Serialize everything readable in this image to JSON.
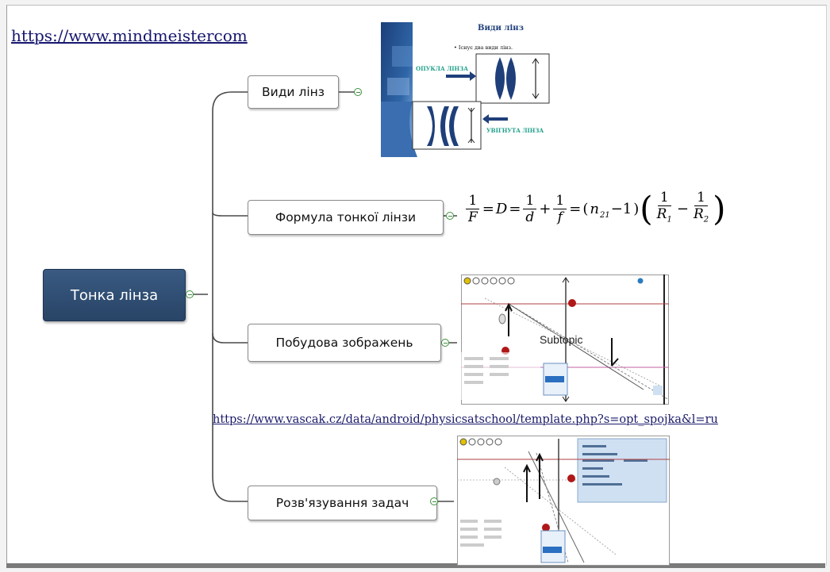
{
  "source_link": "https://www.mindmeistercom",
  "bottom_link": "https://www.vascak.cz/data/android/physicsatschool/template.php?s=opt_spojka&l=ru",
  "root": {
    "label": "Тонка лінза"
  },
  "branches": [
    {
      "label": "Види лінз"
    },
    {
      "label": "Формула тонкої лінзи"
    },
    {
      "label": "Побудова зображень"
    },
    {
      "label": "Розв'язування задач"
    }
  ],
  "lens_slide": {
    "title": "Види лінз",
    "bullet": "• Існує два види лінз.",
    "convex_label": "ОПУКЛА ЛІНЗА",
    "concave_label": "УВІГНУТА ЛІНЗА"
  },
  "formula": {
    "one": "1",
    "F": "F",
    "D": "D",
    "d": "d",
    "f": "f",
    "n21": "n",
    "n21_sub": "21",
    "minus_one": "−1",
    "R1": "R",
    "R1_sub": "1",
    "R2": "R",
    "R2_sub": "2"
  },
  "sim1": {
    "subtopic_label": "Subtopic"
  },
  "colors": {
    "root_fill": "#2f4c74",
    "link": "#16166e",
    "toggle": "#3f8f3f"
  }
}
